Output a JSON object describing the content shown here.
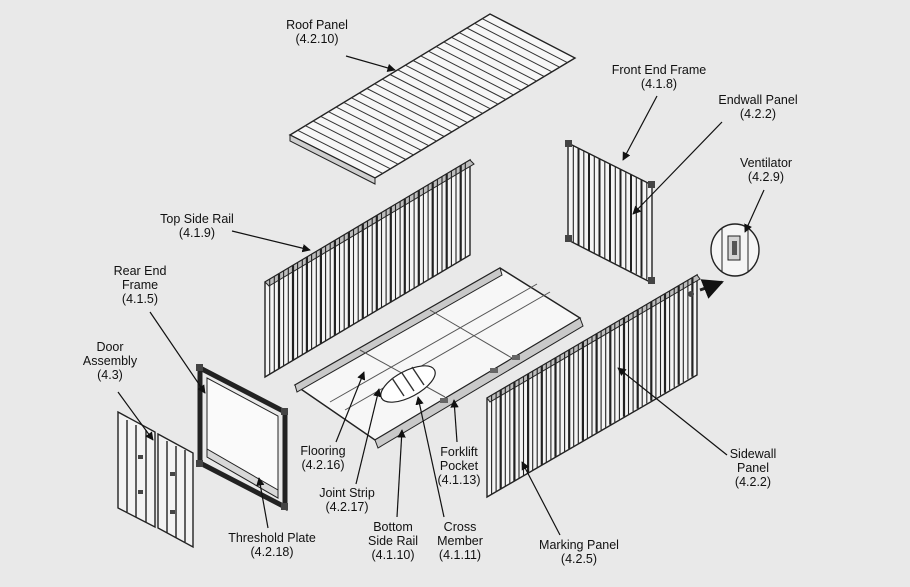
{
  "labels": {
    "roof_panel": "Roof Panel\n(4.2.10)",
    "front_end_frame": "Front End Frame\n(4.1.8)",
    "endwall_panel": "Endwall Panel\n(4.2.2)",
    "ventilator": "Ventilator\n(4.2.9)",
    "top_side_rail": "Top Side Rail\n(4.1.9)",
    "rear_end_frame": "Rear End\nFrame\n(4.1.5)",
    "door_assembly": "Door\nAssembly\n(4.3)",
    "flooring": "Flooring\n(4.2.16)",
    "joint_strip": "Joint Strip\n(4.2.17)",
    "forklift_pocket": "Forklift\nPocket\n(4.1.13)",
    "bottom_side_rail": "Bottom\nSide Rail\n(4.1.10)",
    "cross_member": "Cross\nMember\n(4.1.11)",
    "threshold_plate": "Threshold Plate\n(4.2.18)",
    "marking_panel": "Marking Panel\n(4.2.5)",
    "sidewall_panel": "Sidewall\nPanel\n(4.2.2)"
  }
}
